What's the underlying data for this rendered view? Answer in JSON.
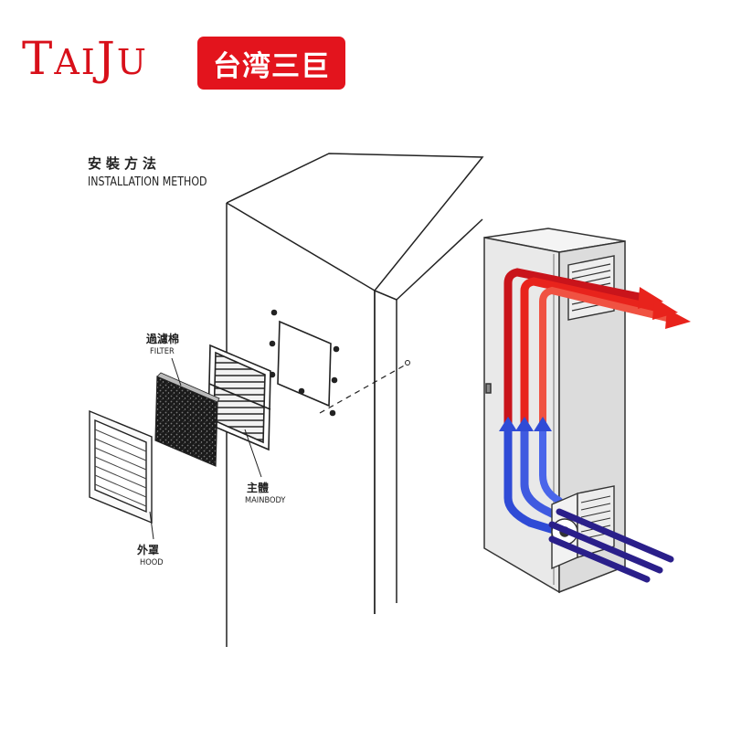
{
  "brand": {
    "name": "TAIJU",
    "name_part1": "T",
    "name_part2": "AI",
    "name_part3": "J",
    "name_part4": "U",
    "badge_text": "台湾三巨",
    "brand_color": "#d8101a"
  },
  "installation": {
    "title_cn": "安裝方法",
    "title_en": "INSTALLATION METHOD",
    "parts": [
      {
        "cn": "過濾棉",
        "en": "FILTER"
      },
      {
        "cn": "主體",
        "en": "MAINBODY"
      },
      {
        "cn": "外罩",
        "en": "HOOD"
      }
    ]
  },
  "airflow": {
    "hot_air_color": "#e8231c",
    "cool_air_color": "#2f4bd6",
    "intake_color": "#2a1f8a"
  }
}
